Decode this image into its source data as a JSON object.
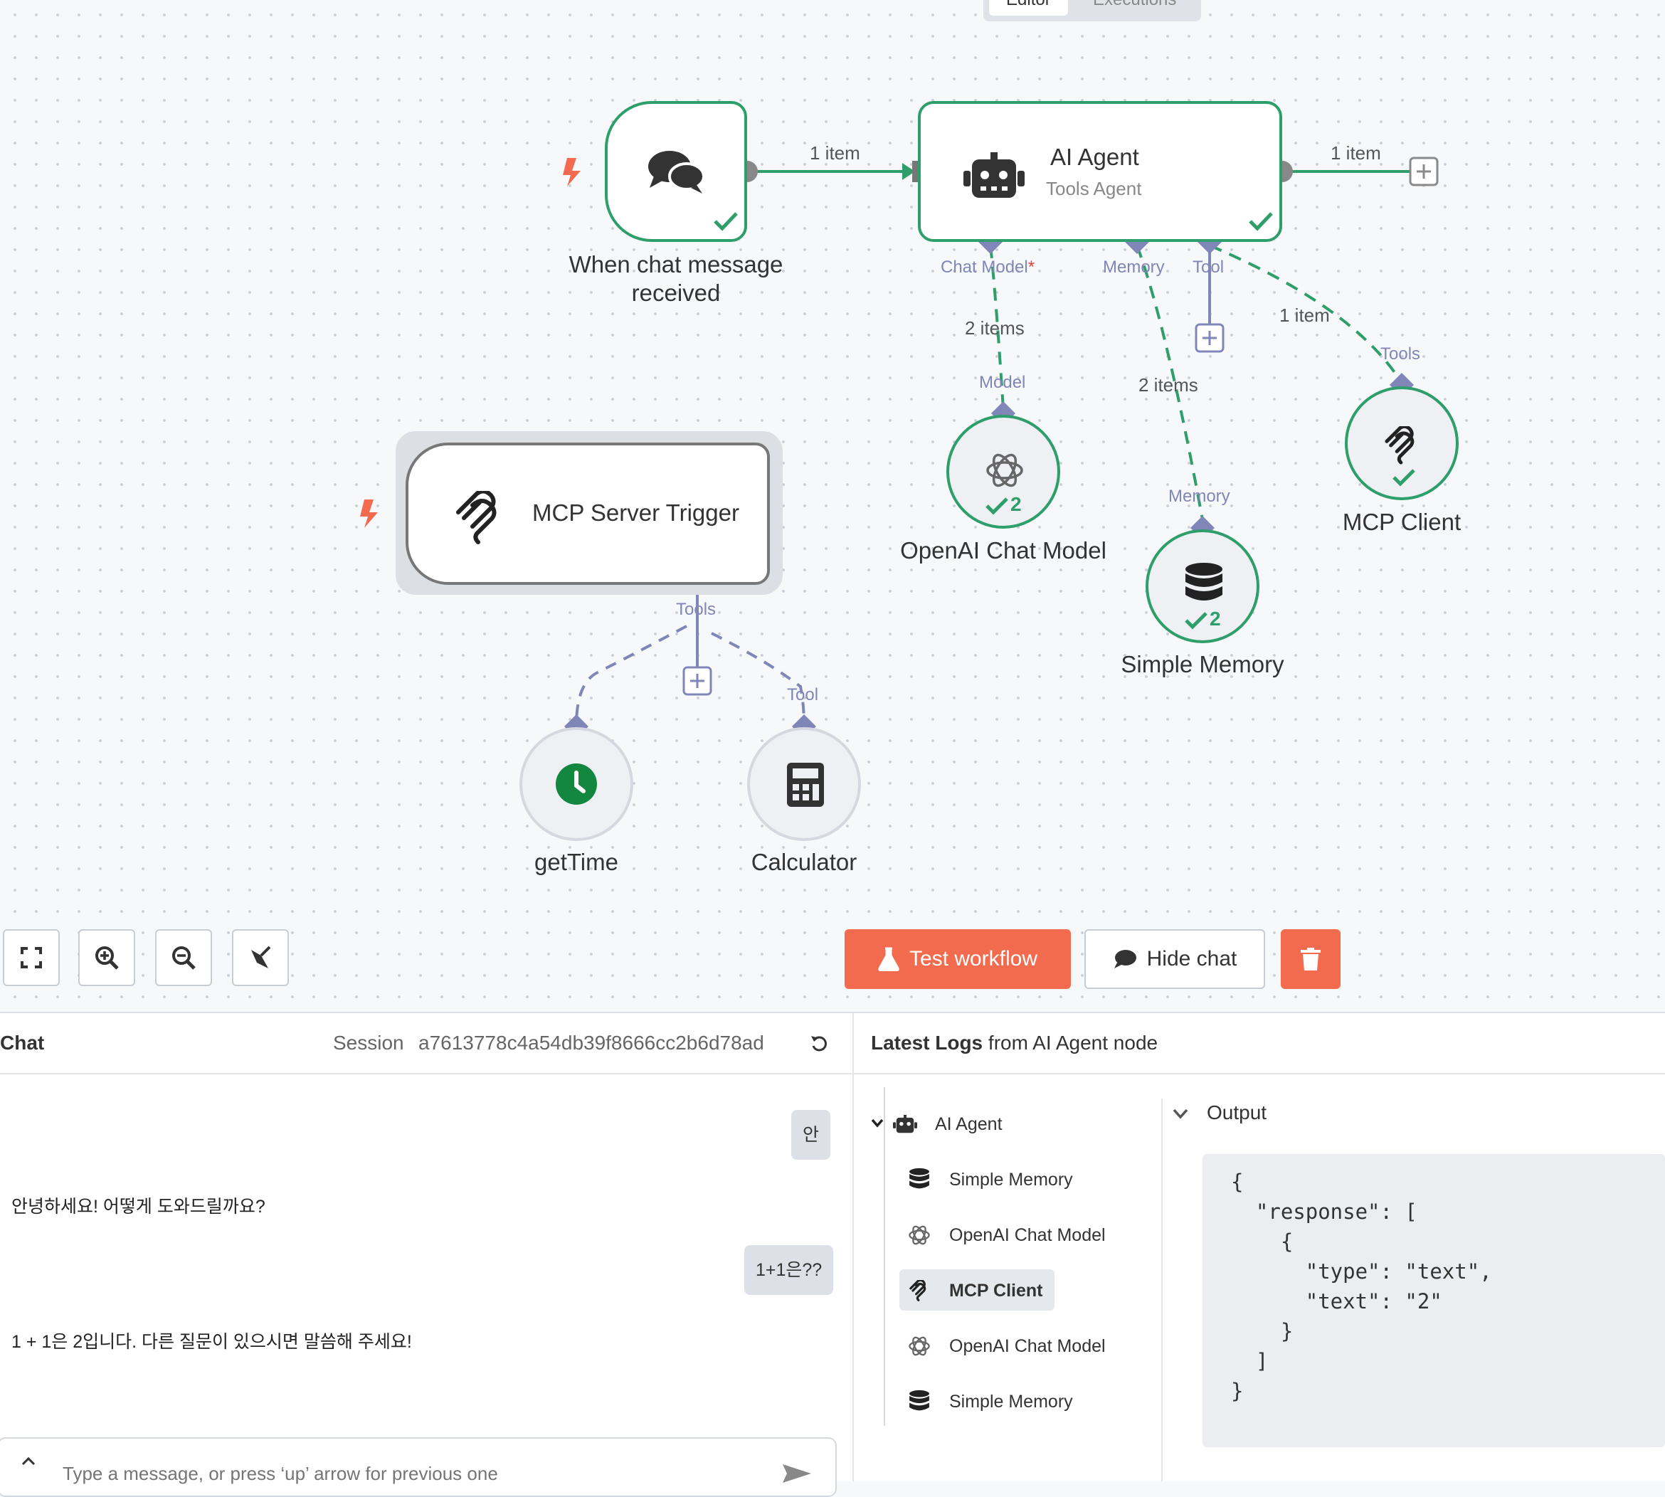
{
  "top_tabs": {
    "editor": "Editor",
    "executions": "Executions"
  },
  "nodes": {
    "chat_trigger": {
      "label_line1": "When chat message",
      "label_line2": "received",
      "icon": "chat-bubbles-icon"
    },
    "ai_agent": {
      "title": "AI Agent",
      "subtitle": "Tools Agent",
      "icon": "robot-icon"
    },
    "mcp_trigger": {
      "title": "MCP Server Trigger",
      "icon": "mcp-icon"
    },
    "openai_model": {
      "label": "OpenAI Chat Model",
      "badge": "2"
    },
    "simple_memory": {
      "label": "Simple Memory",
      "badge": "2"
    },
    "mcp_client": {
      "label": "MCP Client"
    },
    "get_time": {
      "label": "getTime"
    },
    "calculator": {
      "label": "Calculator"
    }
  },
  "connections": {
    "trigger_to_agent": "1 item",
    "agent_out": "1 item",
    "model_items": "2 items",
    "memory_items": "2 items",
    "tool_items": "1 item"
  },
  "ports": {
    "chat_model": "Chat Model",
    "chat_model_required": "*",
    "memory": "Memory",
    "tool": "Tool",
    "model": "Model",
    "memory_in": "Memory",
    "tools_in": "Tools",
    "mcp_tools": "Tools",
    "calc_tool": "Tool"
  },
  "toolbar": {
    "test_workflow": "Test workflow",
    "hide_chat": "Hide chat"
  },
  "chat": {
    "title": "Chat",
    "session_label": "Session",
    "session_id": "a7613778c4a54db39f8666cc2b6d78ad",
    "messages": [
      {
        "from": "user",
        "text": "안"
      },
      {
        "from": "bot",
        "text": "안녕하세요! 어떻게 도와드릴까요?"
      },
      {
        "from": "user",
        "text": "1+1은??"
      },
      {
        "from": "bot",
        "text": "1 + 1은 2입니다. 다른 질문이 있으시면 말씀해 주세요!"
      }
    ],
    "input_placeholder": "Type a message, or press ‘up’ arrow for previous one"
  },
  "logs": {
    "title_bold": "Latest Logs",
    "title_rest": "from AI Agent node",
    "tree": [
      {
        "label": "AI Agent",
        "icon": "robot-icon"
      },
      {
        "label": "Simple Memory",
        "icon": "database-icon"
      },
      {
        "label": "OpenAI Chat Model",
        "icon": "openai-icon"
      },
      {
        "label": "MCP Client",
        "icon": "mcp-icon"
      },
      {
        "label": "OpenAI Chat Model",
        "icon": "openai-icon"
      },
      {
        "label": "Simple Memory",
        "icon": "database-icon"
      }
    ],
    "output_label": "Output",
    "output_json": "{\n  \"response\": [\n    {\n      \"type\": \"text\",\n      \"text\": \"2\"\n    }\n  ]\n}"
  },
  "colors": {
    "success": "#2e9e6a",
    "accent": "#f26b4f",
    "port": "#8086b8",
    "wire_grey": "#888888"
  }
}
